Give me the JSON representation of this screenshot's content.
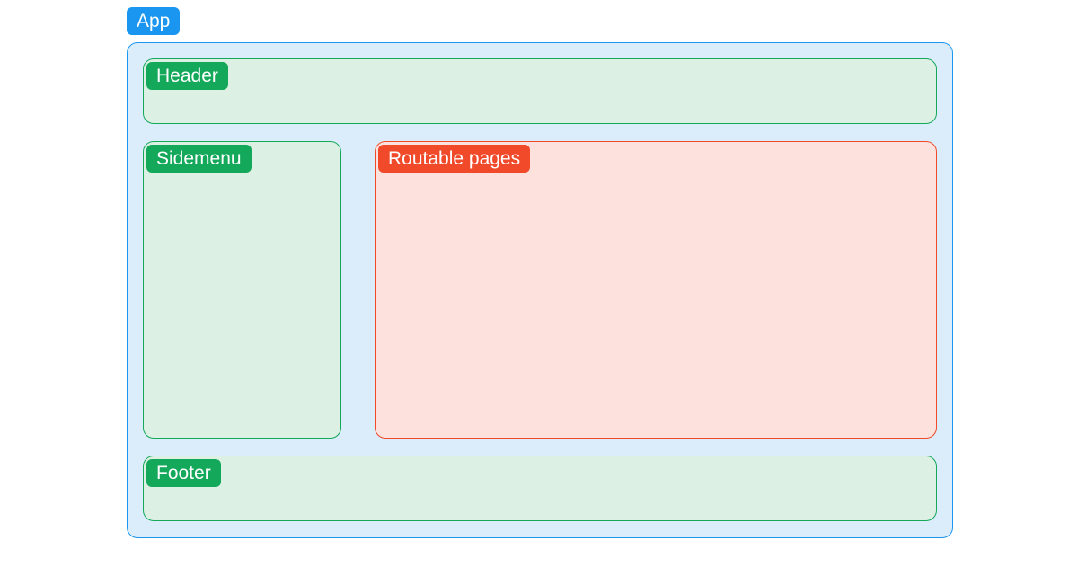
{
  "colors": {
    "app": "#1a96f0",
    "green": "#14a85a",
    "red": "#f04a2a"
  },
  "app": {
    "label": "App"
  },
  "header": {
    "label": "Header"
  },
  "sidemenu": {
    "label": "Sidemenu"
  },
  "routable": {
    "label": "Routable pages"
  },
  "footer": {
    "label": "Footer"
  }
}
